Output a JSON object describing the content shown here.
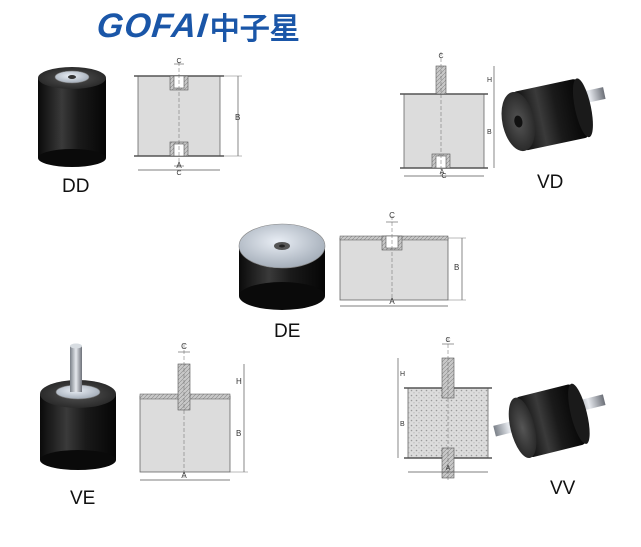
{
  "brand": {
    "latin": "GOFAI",
    "cjk": "中子星",
    "color": "#1a56a8"
  },
  "types": [
    {
      "code": "DD",
      "dims": {
        "a": "A",
        "b": "B",
        "c": "C"
      }
    },
    {
      "code": "VD",
      "dims": {
        "a": "A",
        "b": "B",
        "c": "C",
        "h": "H"
      }
    },
    {
      "code": "DE",
      "dims": {
        "a": "A",
        "b": "B",
        "c": "C"
      }
    },
    {
      "code": "VE",
      "dims": {
        "a": "A",
        "b": "B",
        "c": "C",
        "h": "H"
      }
    },
    {
      "code": "VV",
      "dims": {
        "a": "A",
        "b": "B",
        "c": "C",
        "h": "H"
      }
    }
  ]
}
